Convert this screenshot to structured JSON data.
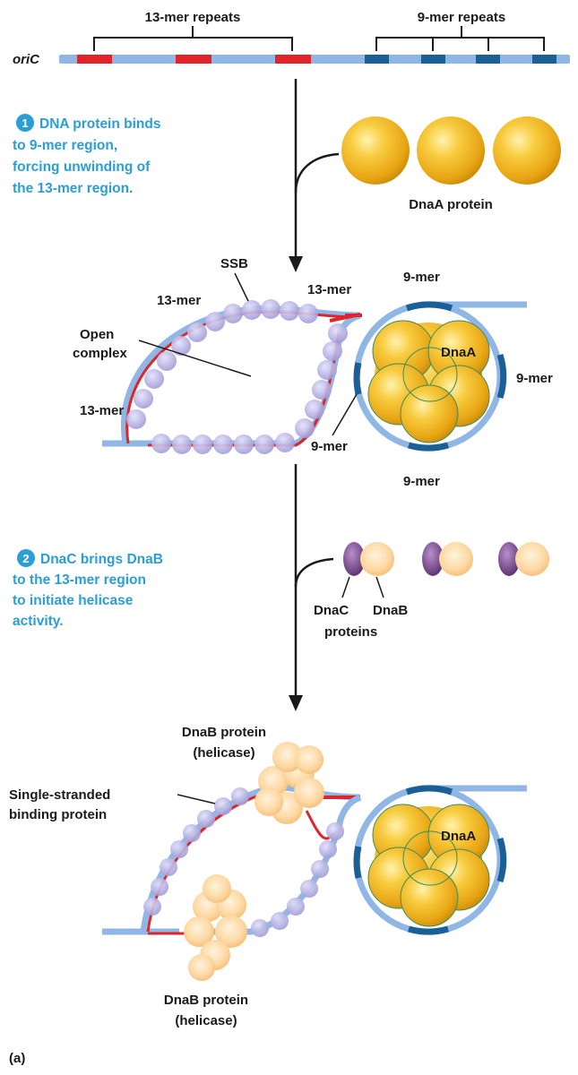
{
  "labels": {
    "oric": "oriC",
    "repeats13": "13-mer repeats",
    "repeats9": "9-mer repeats",
    "dnaa_protein": "DnaA protein",
    "ssb": "SSB",
    "mer13": "13-mer",
    "mer9": "9-mer",
    "open1": "Open",
    "open2": "complex",
    "dnaa": "DnaA",
    "dnac": "DnaC",
    "dnab": "DnaB",
    "proteins": "proteins",
    "dnab_protein": "DnaB protein",
    "helicase": "(helicase)",
    "single1": "Single-stranded",
    "single2": "binding protein",
    "panel": "(a)"
  },
  "steps": [
    {
      "number": "1",
      "lines": [
        "DNA protein binds",
        "to 9-mer region,",
        "forcing unwinding of",
        "the  13-mer region."
      ]
    },
    {
      "number": "2",
      "lines": [
        "DnaC brings DnaB",
        "to the 13-mer region",
        "to initiate helicase",
        "activity."
      ]
    }
  ],
  "colors": {
    "dna": "#8fb6e4",
    "repeat13": "#e0242a",
    "repeat9": "#1a5f96",
    "ssb": "#b1aee0",
    "dnaa": "#f2b720",
    "dnab": "#fcd29d",
    "dnac": "#7b4a8c",
    "step_text": "#2b9ed6"
  }
}
